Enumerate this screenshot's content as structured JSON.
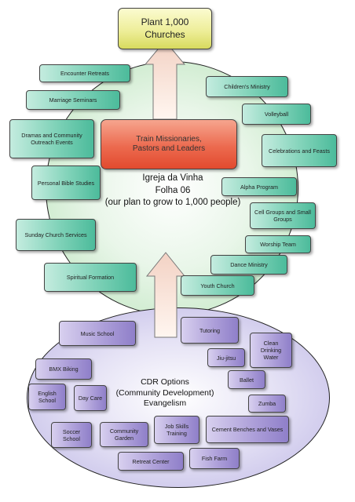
{
  "top_box": {
    "line1": "Plant 1,000",
    "line2": "Churches"
  },
  "train_box": {
    "line1": "Train Missionaries,",
    "line2": "Pastors and Leaders"
  },
  "center_text": {
    "line1": "Igreja da Vinha",
    "line2": "Folha 06",
    "line3": "(our plan to grow to 1,000 people)"
  },
  "green_items": [
    {
      "id": "encounter-retreats",
      "label": "Encounter Retreats"
    },
    {
      "id": "marriage-seminars",
      "label": "Marriage Seminars"
    },
    {
      "id": "dramas-outreach",
      "label": "Dramas and Community Outreach Events"
    },
    {
      "id": "personal-bible-studies",
      "label": "Personal Bible Studies"
    },
    {
      "id": "sunday-church-services",
      "label": "Sunday Church Services"
    },
    {
      "id": "spiritual-formation",
      "label": "Spiritual Formation"
    },
    {
      "id": "childrens-ministry",
      "label": "Children's Ministry"
    },
    {
      "id": "volleyball",
      "label": "Volleyball"
    },
    {
      "id": "celebrations-feasts",
      "label": "Celebrations and Feasts"
    },
    {
      "id": "alpha-program",
      "label": "Alpha Program"
    },
    {
      "id": "cell-groups",
      "label": "Cell Groups and Small Groups"
    },
    {
      "id": "worship-team",
      "label": "Worship Team"
    },
    {
      "id": "dance-ministry",
      "label": "Dance Ministry"
    },
    {
      "id": "youth-church",
      "label": "Youth Church"
    }
  ],
  "cdr_text": {
    "line1": "CDR Options",
    "line2": "(Community Development)",
    "line3": "Evangelism"
  },
  "purple_items": [
    {
      "id": "music-school",
      "label": "Music School"
    },
    {
      "id": "tutoring",
      "label": "Tutoring"
    },
    {
      "id": "clean-drinking-water",
      "label": "Clean Drinking Water"
    },
    {
      "id": "jiu-jitsu",
      "label": "Jiu-jitsu"
    },
    {
      "id": "bmx-biking",
      "label": "BMX Biking"
    },
    {
      "id": "ballet",
      "label": "Ballet"
    },
    {
      "id": "english-school",
      "label": "English School"
    },
    {
      "id": "day-care",
      "label": "Day Care"
    },
    {
      "id": "zumba",
      "label": "Zumba"
    },
    {
      "id": "soccer-school",
      "label": "Soccer School"
    },
    {
      "id": "community-garden",
      "label": "Community Garden"
    },
    {
      "id": "job-skills-training",
      "label": "Job Skills Training"
    },
    {
      "id": "cement-benches",
      "label": "Cement Benches and Vases"
    },
    {
      "id": "retreat-center",
      "label": "Retreat Center"
    },
    {
      "id": "fish-farm",
      "label": "Fish Farm"
    }
  ],
  "colors": {
    "green": "#7fd2b8",
    "purple": "#ab9dd8",
    "orange": "#ec6a4f",
    "yellow": "#eeee9a"
  }
}
